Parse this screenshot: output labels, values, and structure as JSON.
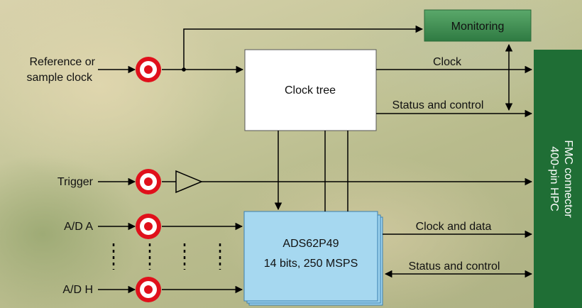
{
  "inputs": {
    "ref_clock_line1": "Reference or",
    "ref_clock_line2": "sample clock",
    "trigger": "Trigger",
    "ad_a": "A/D A",
    "ad_h": "A/D H"
  },
  "blocks": {
    "monitoring": "Monitoring",
    "clock_tree": "Clock tree",
    "adc_line1": "ADS62P49",
    "adc_line2": "14 bits, 250 MSPS",
    "fmc_line1": "FMC connector",
    "fmc_line2": "400-pin HPC"
  },
  "signals": {
    "clock": "Clock",
    "status_control_top": "Status and control",
    "clock_and_data": "Clock and data",
    "status_control_bottom": "Status and control"
  },
  "colors": {
    "monitoring_fill": "#3f8f52",
    "fmc_fill": "#1f6e35",
    "adc_fill": "#9dd3ee",
    "connector_red": "#e0101b"
  }
}
